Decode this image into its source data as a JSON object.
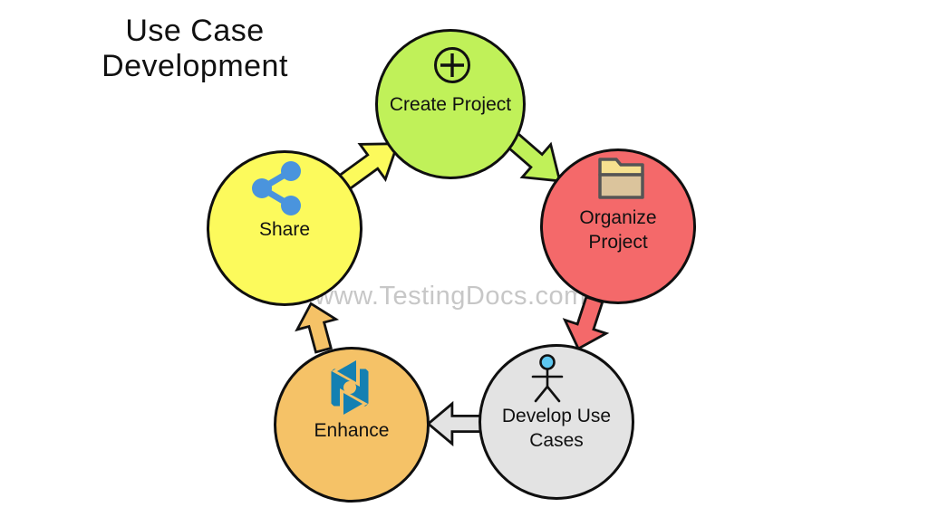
{
  "title": "Use Case Development",
  "watermark": "www.TestingDocs.com",
  "diagram": {
    "nodes": [
      {
        "id": "create-project",
        "label": "Create Project",
        "color": "#c0f159",
        "icon": "plus-circle-icon"
      },
      {
        "id": "organize-project",
        "label": "Organize Project",
        "color": "#f4696a",
        "icon": "folder-icon"
      },
      {
        "id": "develop-use-cases",
        "label": "Develop Use Cases",
        "color": "#e3e3e3",
        "icon": "actor-icon"
      },
      {
        "id": "enhance",
        "label": "Enhance",
        "color": "#f5c267",
        "icon": "sync-icon"
      },
      {
        "id": "share",
        "label": "Share",
        "color": "#fcfa5c",
        "icon": "share-icon"
      }
    ],
    "arrows": [
      {
        "from": "share",
        "to": "create-project",
        "color": "#fcfa5c"
      },
      {
        "from": "create-project",
        "to": "organize-project",
        "color": "#c0f159"
      },
      {
        "from": "organize-project",
        "to": "develop-use-cases",
        "color": "#f4696a"
      },
      {
        "from": "develop-use-cases",
        "to": "enhance",
        "color": "#e3e3e3"
      },
      {
        "from": "enhance",
        "to": "share",
        "color": "#f5c267"
      }
    ]
  },
  "icon_colors": {
    "outline_black": "#111111",
    "folder_top": "#f6e18f",
    "folder_body": "#dbc49c",
    "folder_outline": "#555555",
    "actor_head": "#5ec7f0",
    "sync_blue": "#1480b2",
    "share_blue": "#4a94dd",
    "watermark_gray": "#c7c7c7"
  }
}
